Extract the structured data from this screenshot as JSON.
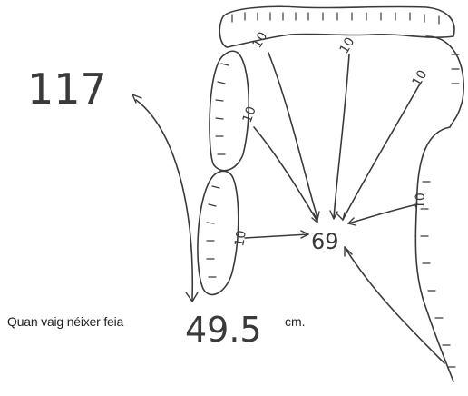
{
  "sketch": {
    "top_left_number": "117",
    "center_number": "69",
    "segment_labels": [
      "10",
      "10",
      "10",
      "10",
      "10",
      "10"
    ],
    "handwritten_result": "49.5"
  },
  "caption": {
    "prefix": "Quan vaig néixer feia",
    "unit": "cm."
  },
  "colors": {
    "ink": "#3a3a3a",
    "paper": "#ffffff"
  }
}
